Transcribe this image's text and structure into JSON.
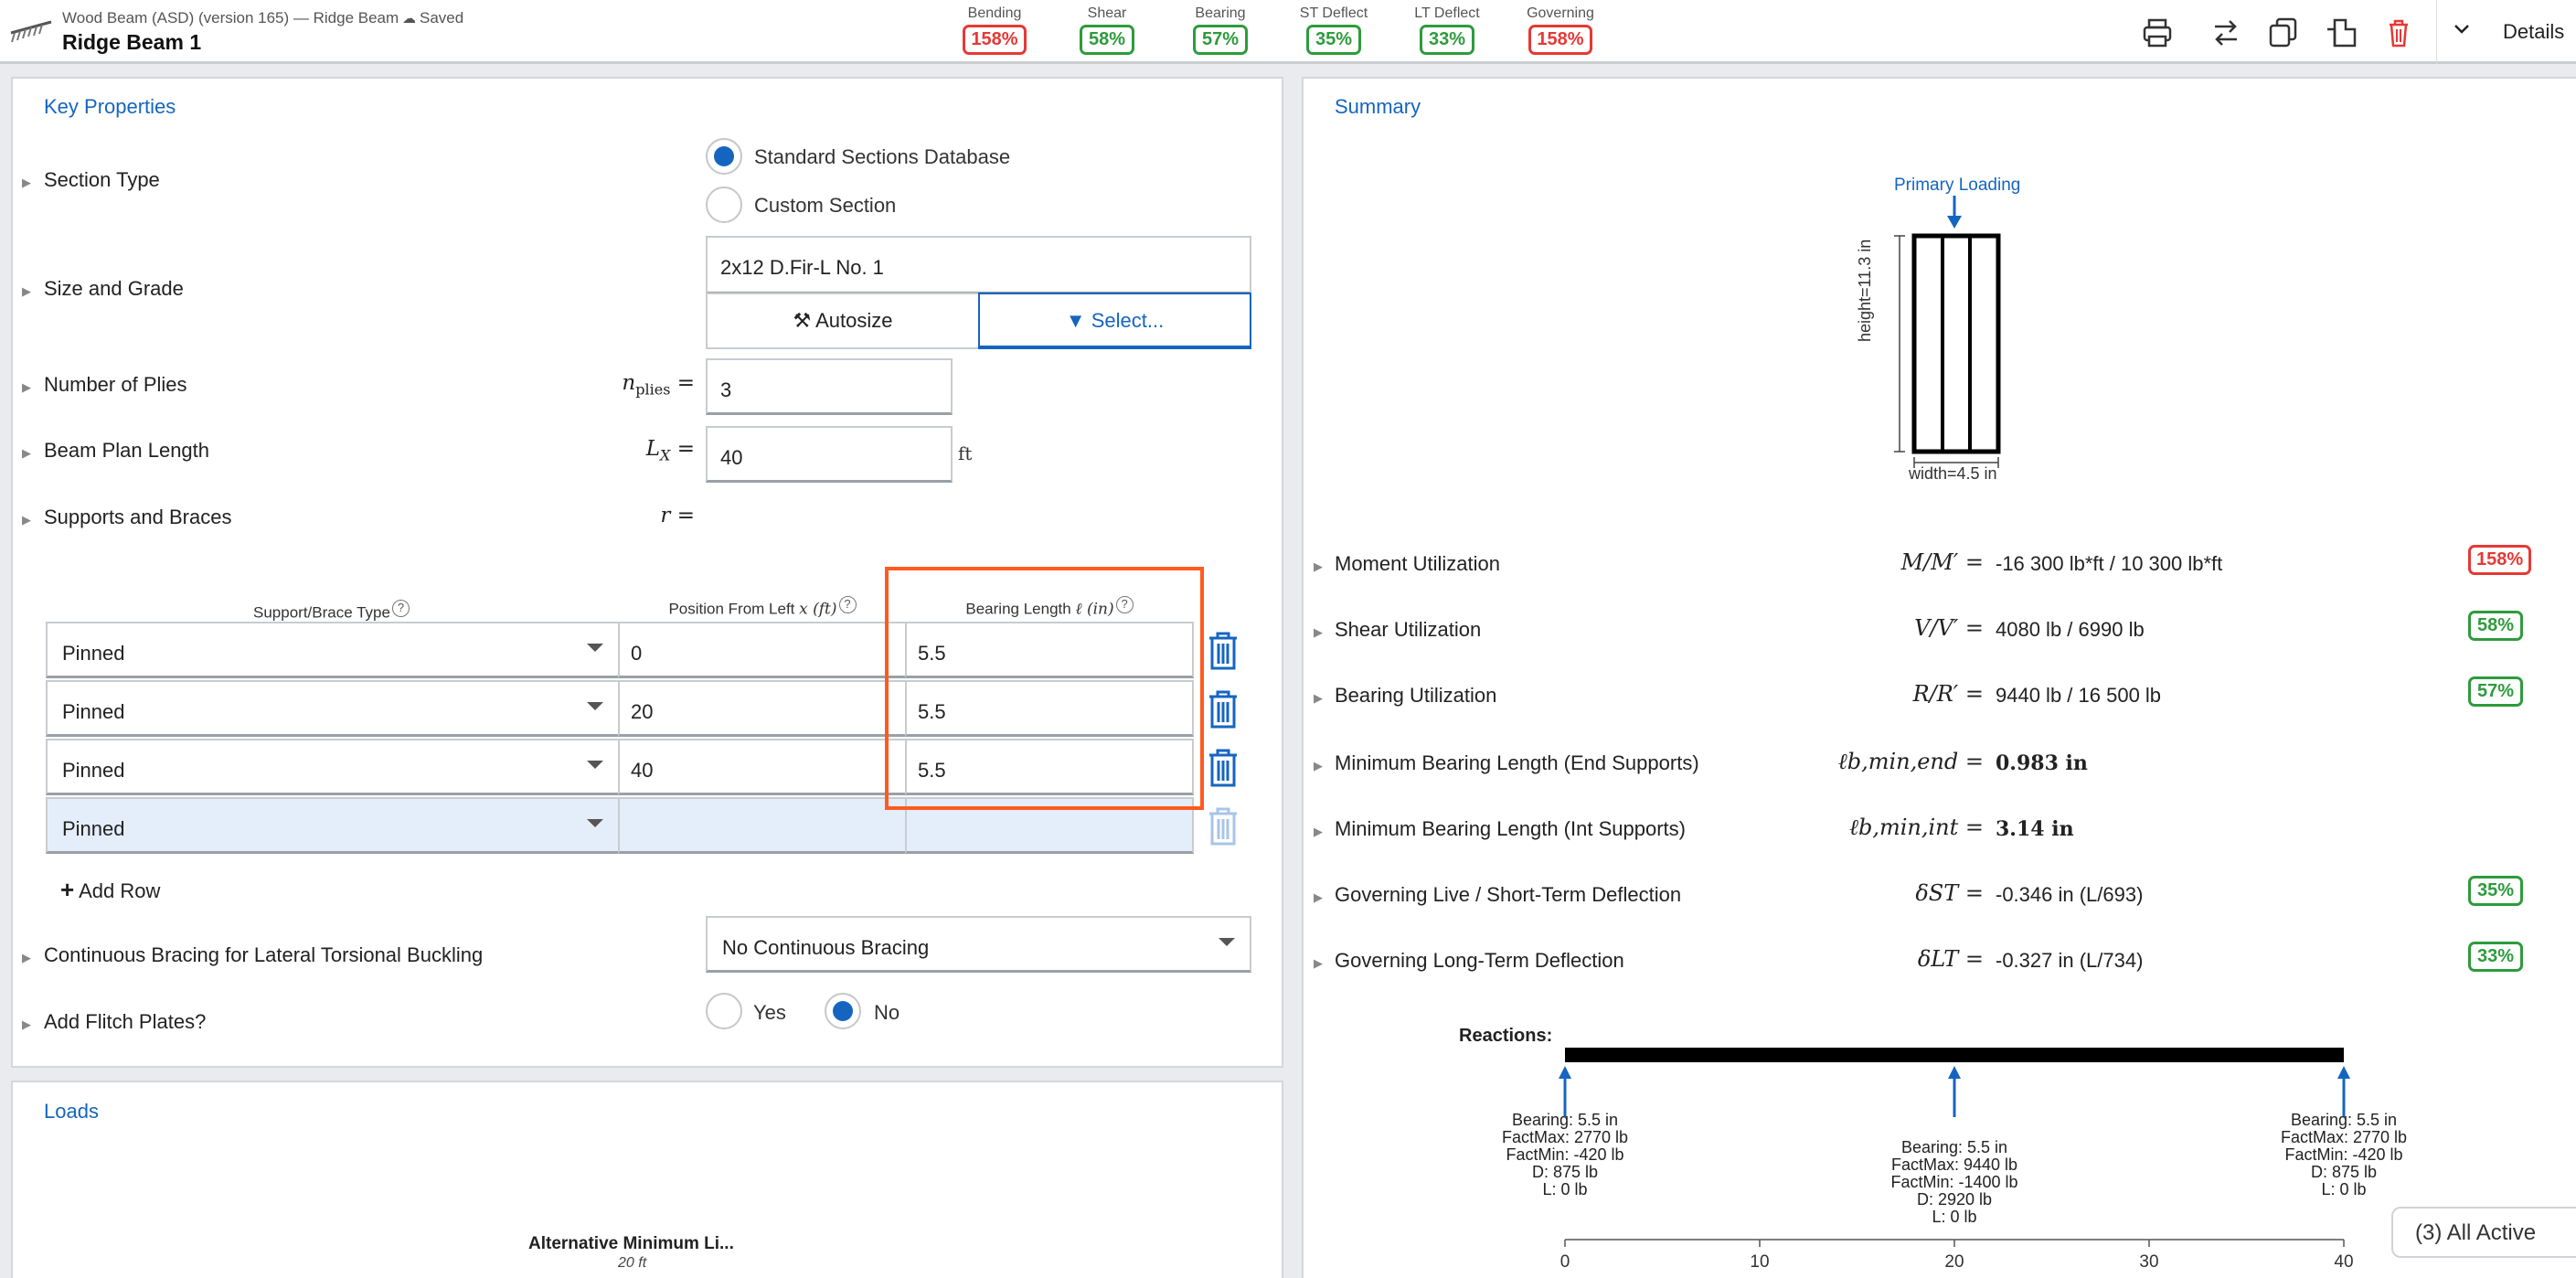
{
  "header": {
    "app_subtitle": "Wood Beam (ASD) (version 165) — Ridge Beam",
    "save_status": "Saved",
    "title": "Ridge Beam 1",
    "details_label": "Details",
    "utilizations": [
      {
        "label": "Bending",
        "value": "158%",
        "status": "red"
      },
      {
        "label": "Shear",
        "value": "58%",
        "status": "green"
      },
      {
        "label": "Bearing",
        "value": "57%",
        "status": "green"
      },
      {
        "label": "ST Deflect",
        "value": "35%",
        "status": "green"
      },
      {
        "label": "LT Deflect",
        "value": "33%",
        "status": "green"
      },
      {
        "label": "Governing",
        "value": "158%",
        "status": "red"
      }
    ]
  },
  "key_properties": {
    "title": "Key Properties",
    "section_type": {
      "label": "Section Type",
      "options": [
        "Standard Sections Database",
        "Custom Section"
      ],
      "selected": "Standard Sections Database"
    },
    "size_grade": {
      "label": "Size and Grade",
      "value": "2x12 D.Fir-L No. 1",
      "autosize_label": "Autosize",
      "select_label": "Select..."
    },
    "plies": {
      "label": "Number of Plies",
      "symbol": "n",
      "symbol_sub": "plies",
      "value": "3"
    },
    "plan_length": {
      "label": "Beam Plan Length",
      "symbol": "L",
      "symbol_sub": "X",
      "value": "40",
      "unit": "ft"
    },
    "supports": {
      "label": "Supports and Braces",
      "symbol": "r ="
    },
    "support_table": {
      "headers": [
        "Support/Brace Type",
        "Position From Left",
        "Bearing Length"
      ],
      "header_symbols": [
        "",
        "x (ft)",
        "ℓ (in)"
      ],
      "rows": [
        {
          "type": "Pinned",
          "position": "0",
          "bearing": "5.5"
        },
        {
          "type": "Pinned",
          "position": "20",
          "bearing": "5.5"
        },
        {
          "type": "Pinned",
          "position": "40",
          "bearing": "5.5"
        },
        {
          "type": "Pinned",
          "position": "",
          "bearing": ""
        }
      ],
      "add_row_label": "Add Row"
    },
    "bracing": {
      "label": "Continuous Bracing for Lateral Torsional Buckling",
      "value": "No Continuous Bracing"
    },
    "flitch": {
      "label": "Add Flitch Plates?",
      "options": [
        "Yes",
        "No"
      ],
      "selected": "No"
    }
  },
  "loads": {
    "title": "Loads",
    "preview_title": "Alternative Minimum Li...",
    "preview_span": "20 ft"
  },
  "summary": {
    "title": "Summary",
    "section_diagram": {
      "loading_label": "Primary Loading",
      "height_label": "height=11.3 in",
      "width_label": "width=4.5 in",
      "plies": 3
    },
    "rows": [
      {
        "label": "Moment Utilization",
        "symbol": "M/M′ =",
        "value": "-16 300 lb*ft / 10 300 lb*ft",
        "badge": "158%",
        "status": "red"
      },
      {
        "label": "Shear Utilization",
        "symbol": "V/V′ =",
        "value": "4080 lb / 6990 lb",
        "badge": "58%",
        "status": "green"
      },
      {
        "label": "Bearing Utilization",
        "symbol": "R/R′ =",
        "value": "9440 lb / 16 500 lb",
        "badge": "57%",
        "status": "green"
      },
      {
        "label": "Minimum Bearing Length (End Supports)",
        "symbol": "ℓb,min,end =",
        "value": "0.983 in",
        "badge": "",
        "status": ""
      },
      {
        "label": "Minimum Bearing Length (Int Supports)",
        "symbol": "ℓb,min,int =",
        "value": "3.14 in",
        "badge": "",
        "status": ""
      },
      {
        "label": "Governing Live / Short-Term Deflection",
        "symbol": "δST =",
        "value": "-0.346 in (L/693)",
        "badge": "35%",
        "status": "green"
      },
      {
        "label": "Governing Long-Term Deflection",
        "symbol": "δLT =",
        "value": "-0.327 in (L/734)",
        "badge": "33%",
        "status": "green"
      }
    ],
    "reactions": {
      "label": "Reactions:",
      "supports": [
        {
          "x": 0,
          "lines": [
            "Bearing: 5.5 in",
            "FactMax: 2770 lb",
            "FactMin: -420 lb",
            "D: 875 lb",
            "L: 0 lb"
          ]
        },
        {
          "x": 20,
          "lines": [
            "Bearing: 5.5 in",
            "FactMax: 9440 lb",
            "FactMin: -1400 lb",
            "D: 2920 lb",
            "L: 0 lb"
          ]
        },
        {
          "x": 40,
          "lines": [
            "Bearing: 5.5 in",
            "FactMax: 2770 lb",
            "FactMin: -420 lb",
            "D: 875 lb",
            "L: 0 lb"
          ]
        }
      ],
      "axis_ticks": [
        "0",
        "10",
        "20",
        "30",
        "40"
      ],
      "axis_range": [
        0,
        40
      ]
    }
  },
  "toast": {
    "label": "(3) All Active"
  },
  "colors": {
    "accent": "#1565c0",
    "fail": "#e53935",
    "pass": "#2e9b3c",
    "highlight": "#ff5a1f"
  }
}
